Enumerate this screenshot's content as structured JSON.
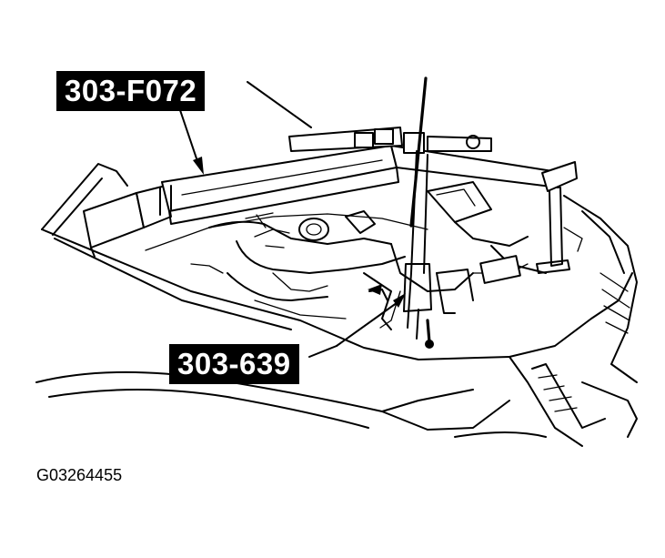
{
  "callouts": {
    "tool_upper": "303-F072",
    "tool_lower": "303-639"
  },
  "figure_id": "G03264455",
  "colors": {
    "ink": "#000000",
    "paper": "#ffffff"
  }
}
